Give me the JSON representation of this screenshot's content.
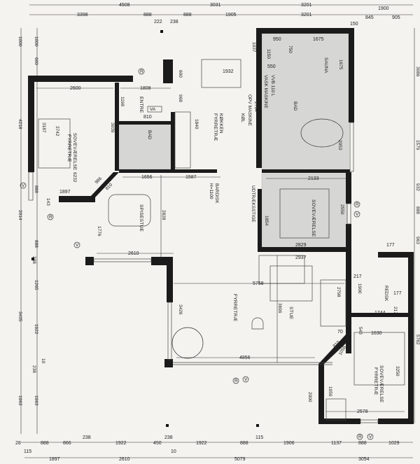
{
  "rooms": {
    "bedroom_left": {
      "name": "SOVEVÆRELSE",
      "material": "FYRRETRÆ"
    },
    "entrance": {
      "name": "ENTRE"
    },
    "kitchen": {
      "name": "KØKKEN",
      "material": "FYRRETRÆ"
    },
    "bathroom_small": {
      "name": "BAD"
    },
    "bathroom_main": {
      "name": "BAD"
    },
    "sauna": {
      "name": "SAUNA"
    },
    "bar_counter": {
      "name": "BARDISK",
      "height": "H=1100"
    },
    "dining": {
      "name": "SPISESTUE"
    },
    "ladder": {
      "name": "UDTRÆKSSTIGE"
    },
    "bedroom_middle": {
      "name": "SOVEVÆRELSE"
    },
    "living": {
      "name": "STUE",
      "material": "FYRRETRÆ"
    },
    "storage": {
      "name": "REDSK"
    },
    "bedroom_right": {
      "name": "SOVEVÆRELSE",
      "material": "FYRRETRÆ"
    }
  },
  "fixtures": {
    "va": "VA",
    "fridge": "KØL",
    "dishwasher": "OPV MASKINE",
    "vvb": "VVB 110 L",
    "wash": "VASK MASKINE"
  },
  "symbols": {
    "r": "R",
    "v": "V"
  },
  "dimensions": {
    "top_row1": [
      "4508",
      "3031",
      "3201",
      "1900"
    ],
    "top_row2": [
      "3398",
      "888",
      "888",
      "1905",
      "3201",
      "845",
      "905"
    ],
    "top_sub": [
      "222",
      "238",
      "150"
    ],
    "bottom_row1": [
      "28",
      "888",
      "866",
      "1922",
      "450",
      "1922",
      "888",
      "1906",
      "1137",
      "888",
      "1029"
    ],
    "bottom_sub1": [
      "238",
      "238",
      "115"
    ],
    "bottom_row2": [
      "1897",
      "2610",
      "5079",
      "3054"
    ],
    "bottom_sub2": [
      "115",
      "10"
    ],
    "left_outer": [
      "1000",
      "4218",
      "2014",
      "3435",
      "1963"
    ],
    "left_inner": [
      "1000",
      "600",
      "600",
      "888",
      "888",
      "1265",
      "1922",
      "1963",
      "238",
      "10",
      "238"
    ],
    "right": [
      "3086",
      "1579",
      "932",
      "888",
      "963",
      "5782"
    ],
    "interior": {
      "bed1_width": "2600",
      "bed1_len": "3742",
      "bed1_a": "3187",
      "bed1_b": "3039",
      "bed1_c": "6232",
      "entre_w": "1808",
      "entre_h": "1198",
      "door_600": "600",
      "d968": "968",
      "d810": "810",
      "d1932": "1932",
      "d1840": "1840",
      "d1656": "1656",
      "d1587": "1587",
      "d1897": "1897",
      "d986": "986",
      "d810b": "810",
      "d143": "143",
      "d888": "888",
      "d1776": "1776",
      "d2828": "2828",
      "d2610": "2610",
      "d1037": "1037",
      "d950": "950",
      "d1675": "1675",
      "d1675b": "1675",
      "d1150": "1150",
      "d750": "750",
      "d550": "550",
      "d2764": "2764",
      "d2133": "2133",
      "d2550": "2550",
      "d1854": "1854",
      "d2829": "2829",
      "d2937": "2937",
      "d5758": "5758",
      "d2798": "2798",
      "d3426": "3426",
      "d3699": "3699",
      "d4856": "4856",
      "d217": "217",
      "d1900": "1900",
      "d177": "177",
      "d177b": "177",
      "d1744": "1744",
      "d217b": "217",
      "d70": "70",
      "d1630": "1630",
      "d543": "543",
      "d1058": "1058",
      "d3250": "3250",
      "d2000": "2000",
      "d1959": "1959",
      "d2578": "2578",
      "d810c": "810",
      "d2053": "2053"
    }
  }
}
